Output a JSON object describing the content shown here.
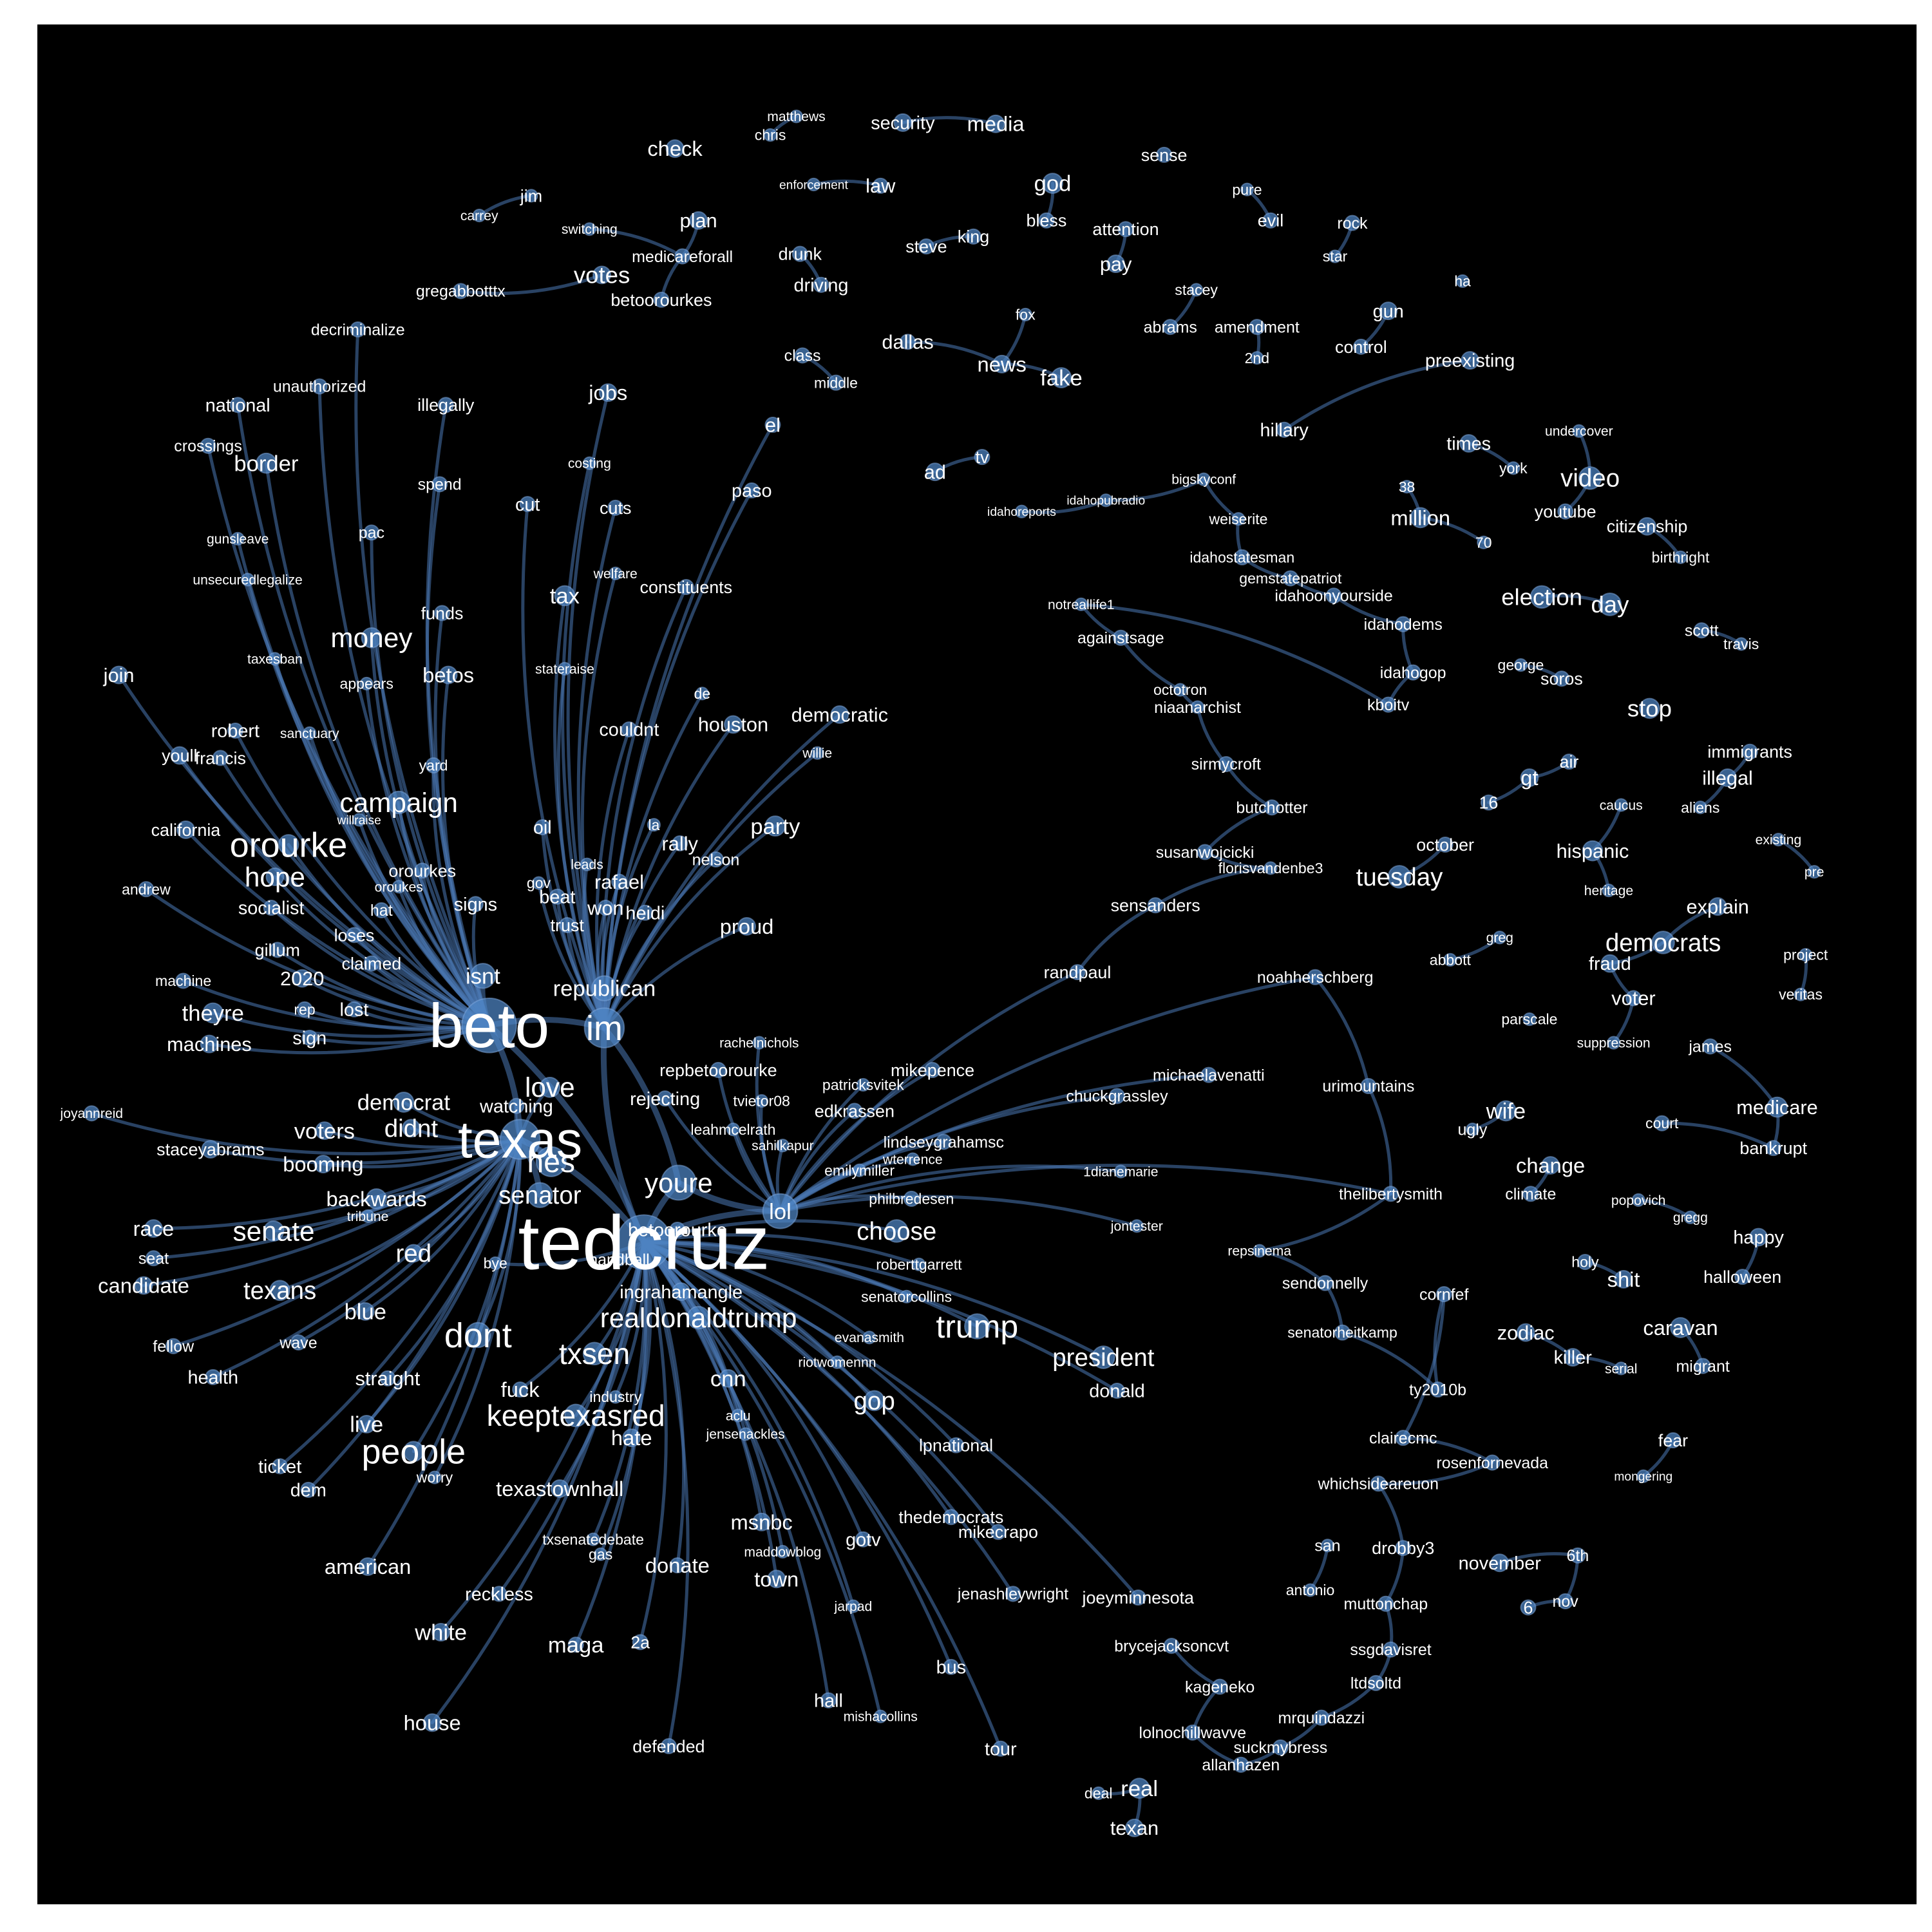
{
  "graph": {
    "hubs": [
      "tedcruz",
      "beto",
      "texas",
      "im",
      "youre",
      "lol",
      "hes",
      "senator",
      "republican",
      "isnt"
    ],
    "groups": {
      "beto_spokes": [
        "join",
        "youll",
        "robert",
        "francis",
        "california",
        "andrew",
        "orourke",
        "hope",
        "socialist",
        "gillum",
        "machine",
        "2020",
        "rep",
        "theyre",
        "machines",
        "sign",
        "lost",
        "claimed",
        "loses",
        "hat",
        "orourkes",
        "oroukes",
        "willraise",
        "campaign",
        "signs",
        "yard",
        "sanctuary",
        "appears",
        "taxesban",
        "betos",
        "money",
        "funds",
        "pac",
        "spend",
        "illegally",
        "border",
        "national",
        "crossings",
        "unauthorized",
        "decriminalize",
        "gunsleave",
        "unsecuredlegalize"
      ],
      "texas_spokes": [
        "joyannreid",
        "staceyabrams",
        "voters",
        "booming",
        "democrat",
        "didnt",
        "watching",
        "love",
        "backwards",
        "tribune",
        "race",
        "seat",
        "senate",
        "candidate",
        "texans",
        "fellow",
        "health",
        "wave",
        "blue",
        "red",
        "straight",
        "live",
        "ticket",
        "dem",
        "people",
        "worry",
        "american",
        "dont"
      ],
      "tedcruz_spokes": [
        "realdonaldtrump",
        "ingrahamangle",
        "txsen",
        "keeptexasred",
        "hate",
        "industry",
        "texastownhall",
        "txsenatedebate",
        "gas",
        "reckless",
        "white",
        "house",
        "maga",
        "defended",
        "2a",
        "donate",
        "fuck",
        "bye",
        "handball",
        "betoorourke",
        "cnn",
        "aclu",
        "jensenackles",
        "msnbc",
        "maddowblog",
        "town",
        "gotv",
        "jarpad",
        "hall",
        "mishacollins",
        "bus",
        "tour",
        "gop",
        "lpnational",
        "thedemocrats",
        "mikecrapo",
        "jenashleywright",
        "joeyminnesota",
        "trump",
        "president",
        "donald",
        "choose",
        "roberttgarrett",
        "senatorcollins",
        "evanasmith",
        "riotwomennn"
      ],
      "im_spokes": [
        "tax",
        "cut",
        "cuts",
        "costing",
        "welfare",
        "constituents",
        "stateraise",
        "jobs",
        "el",
        "paso",
        "couldnt",
        "de",
        "houston",
        "democratic",
        "willie",
        "party",
        "la",
        "rally",
        "nelson",
        "oil",
        "leads",
        "gov",
        "beat",
        "trust",
        "rafael",
        "won",
        "heidi",
        "proud"
      ],
      "lol_spokes": [
        "rachelnichols",
        "repbetoorourke",
        "patricksvitek",
        "tvietor08",
        "edkrassen",
        "rejecting",
        "leahmcelrath",
        "sahilkapur",
        "lindseygrahamsc",
        "wterrence",
        "emilymiller",
        "philbredesen",
        "mikepence",
        "chuckgrassley",
        "michaelavenatti",
        "1dianemarie",
        "jontester"
      ],
      "chain_idaho": [
        "randpaul",
        "sensanders",
        "florisvandenbe3",
        "susanwojcicki",
        "butchotter",
        "sirmycroft",
        "niaanarchist",
        "octotron",
        "againstsage",
        "notreallife1",
        "kboitv",
        "idahogop",
        "idahodems",
        "idahoonyourside",
        "gemstatepatriot",
        "idahostatesman",
        "weiserite",
        "bigskyconf",
        "idahopubradio",
        "idahoreports"
      ],
      "chain_right": [
        "noahherschberg",
        "urimountains",
        "thelibertysmith",
        "repsinema",
        "sendonnelly",
        "senatorheitkamp",
        "ty2010b",
        "cornfef",
        "clairecmc",
        "rosenfornevada",
        "whichsideareuon",
        "drobby3",
        "muttonchap",
        "ssgdavisret",
        "ltdsoltd",
        "mrquindazzi",
        "suckmybress",
        "allanhazen",
        "lolnochillwavve",
        "kageneko",
        "brycejacksoncvt"
      ],
      "islands": [
        "check",
        "chris",
        "matthews",
        "security",
        "media",
        "sense",
        "carrey",
        "jim",
        "switching",
        "plan",
        "medicareforall",
        "votes",
        "gregabbotttx",
        "betoorourkes",
        "enforcement",
        "law",
        "god",
        "bless",
        "drunk",
        "driving",
        "steve",
        "king",
        "attention",
        "pay",
        "pure",
        "evil",
        "rock",
        "star",
        "stacey",
        "abrams",
        "amendment",
        "2nd",
        "fox",
        "news",
        "fake",
        "dallas",
        "class",
        "middle",
        "gun",
        "control",
        "ha",
        "preexisting",
        "hillary",
        "ad",
        "tv",
        "times",
        "york",
        "undercover",
        "video",
        "youtube",
        "38",
        "million",
        "70",
        "citizenship",
        "birthright",
        "election",
        "day",
        "scott",
        "travis",
        "george",
        "soros",
        "stop",
        "immigrants",
        "illegal",
        "aliens",
        "air",
        "gt",
        "16",
        "caucus",
        "october",
        "tuesday",
        "hispanic",
        "heritage",
        "existing",
        "pre",
        "democrats",
        "explain",
        "greg",
        "abbott",
        "fraud",
        "project",
        "veritas",
        "voter",
        "parscale",
        "suppression",
        "james",
        "wife",
        "ugly",
        "medicare",
        "court",
        "bankrupt",
        "change",
        "climate",
        "popovich",
        "gregg",
        "happy",
        "holy",
        "shit",
        "halloween",
        "zodiac",
        "killer",
        "serial",
        "caravan",
        "migrant",
        "fear",
        "mongering",
        "san",
        "antonio",
        "november",
        "6th",
        "6",
        "nov",
        "real",
        "deal",
        "texan"
      ]
    }
  }
}
